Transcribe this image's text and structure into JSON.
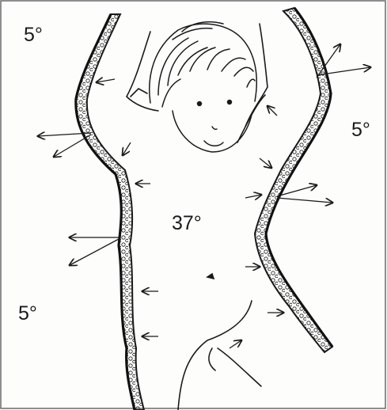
{
  "labels": {
    "temp_top_left": "5°",
    "temp_right": "5°",
    "temp_center": "37°",
    "temp_bottom_left": "5°"
  },
  "colors": {
    "ink": "#1a1a1a",
    "paper": "#fdfdfb"
  }
}
